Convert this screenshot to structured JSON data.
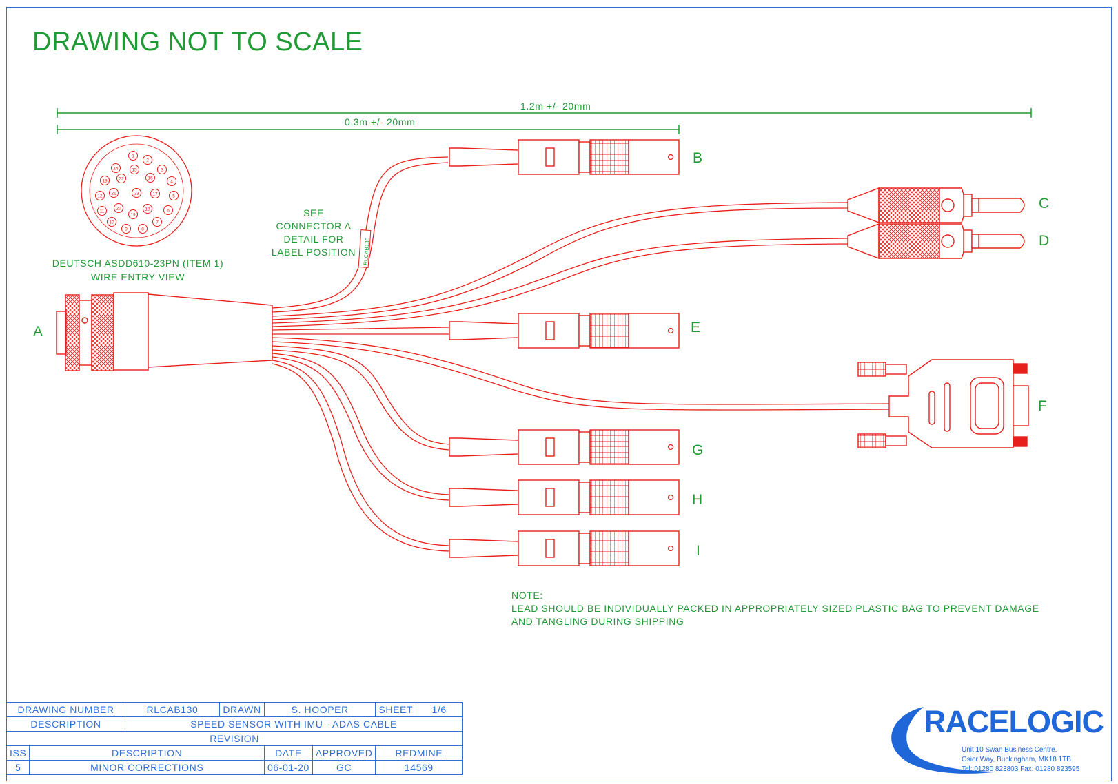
{
  "title": "DRAWING NOT TO SCALE",
  "dimensions": {
    "long": "1.2m +/- 20mm",
    "short": "0.3m +/- 20mm"
  },
  "connector_detail": {
    "line1": "DEUTSCH ASDD610-23PN (ITEM 1)",
    "line2": "WIRE ENTRY VIEW",
    "pins": [
      "1",
      "2",
      "3",
      "4",
      "5",
      "6",
      "7",
      "8",
      "9",
      "10",
      "11",
      "12",
      "13",
      "14",
      "15",
      "16",
      "17",
      "18",
      "19",
      "20",
      "21",
      "22",
      "23"
    ]
  },
  "see_note": {
    "line1": "SEE",
    "line2": "CONNECTOR A",
    "line3": "DETAIL FOR",
    "line4": "LABEL POSITION"
  },
  "cable_label": "RLCAB130",
  "connector_labels": {
    "a": "A",
    "b": "B",
    "c": "C",
    "d": "D",
    "e": "E",
    "f": "F",
    "g": "G",
    "h": "H",
    "i": "I"
  },
  "note": {
    "heading": "NOTE:",
    "line1": "LEAD SHOULD BE INDIVIDUALLY PACKED IN APPROPRIATELY SIZED PLASTIC BAG TO PREVENT DAMAGE",
    "line2": "AND TANGLING DURING SHIPPING"
  },
  "title_block": {
    "drawing_number_label": "DRAWING NUMBER",
    "drawing_number": "RLCAB130",
    "drawn_label": "DRAWN",
    "drawn_by": "S. HOOPER",
    "sheet_label": "SHEET",
    "sheet": "1/6",
    "description_label": "DESCRIPTION",
    "description": "SPEED SENSOR WITH IMU - ADAS CABLE",
    "revision_label": "REVISION",
    "headers": [
      "ISS",
      "DESCRIPTION",
      "DATE",
      "APPROVED",
      "REDMINE"
    ],
    "row": [
      "5",
      "MINOR CORRECTIONS",
      "06-01-20",
      "GC",
      "14569"
    ]
  },
  "company": {
    "name": "RACELOGIC",
    "address1": "Unit 10 Swan Business Centre,",
    "address2": "Osier Way, Buckingham, MK18 1TB",
    "phone": "Tel: 01280 823803 Fax: 01280 823595"
  },
  "colors": {
    "cable": "#e8201c",
    "text": "#1f9a35",
    "border": "#2f6fd6",
    "logo": "#1f66d8"
  }
}
